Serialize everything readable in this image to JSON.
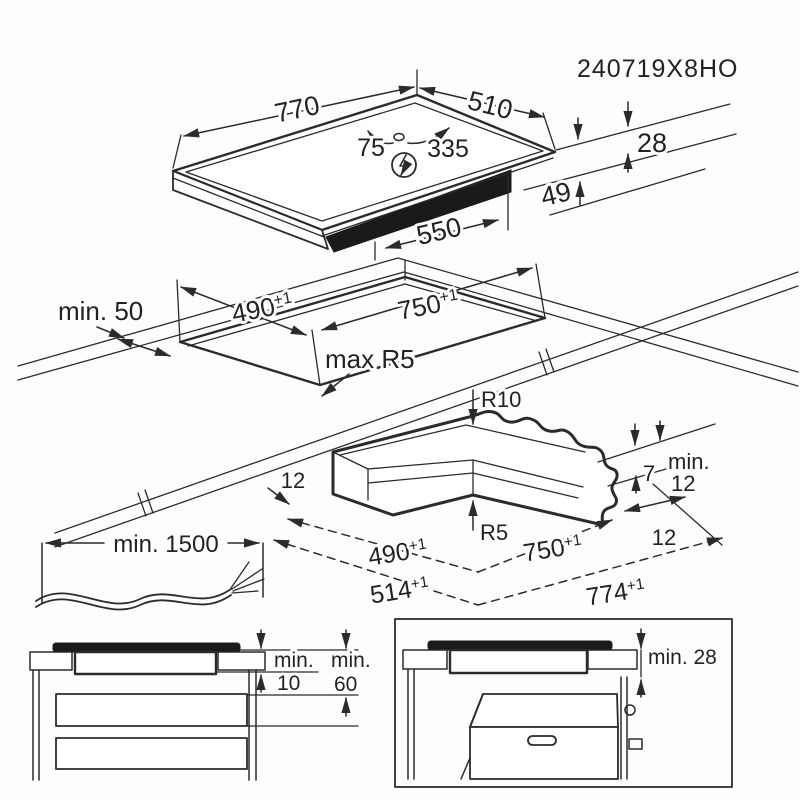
{
  "title": {
    "model": "240719X8HO"
  },
  "top_view": {
    "width": "770",
    "depth": "510",
    "conn_left": "75",
    "conn_right": "335",
    "height": "28",
    "inset": "49",
    "body_width": "550"
  },
  "cutout_view": {
    "wall_clearance": "min. 50",
    "depth": "490",
    "width": "750",
    "tol": "+1",
    "corner_radius": "max R5"
  },
  "profile_view": {
    "outer_radius": "R10",
    "inner_radius": "R5",
    "offset_left": "12",
    "lip_height": "7",
    "min_word": "min.",
    "min_value": "12",
    "offset_right": "12",
    "inner_depth": "490",
    "inner_width": "750",
    "outer_depth": "514",
    "outer_width": "774",
    "tol": "+1"
  },
  "cable_view": {
    "length": "min. 1500"
  },
  "drawer_view": {
    "min_word_1": "min.",
    "gap": "10",
    "min_word_2": "min.",
    "clearance": "60"
  },
  "oven_view": {
    "clearance": "min. 28"
  }
}
